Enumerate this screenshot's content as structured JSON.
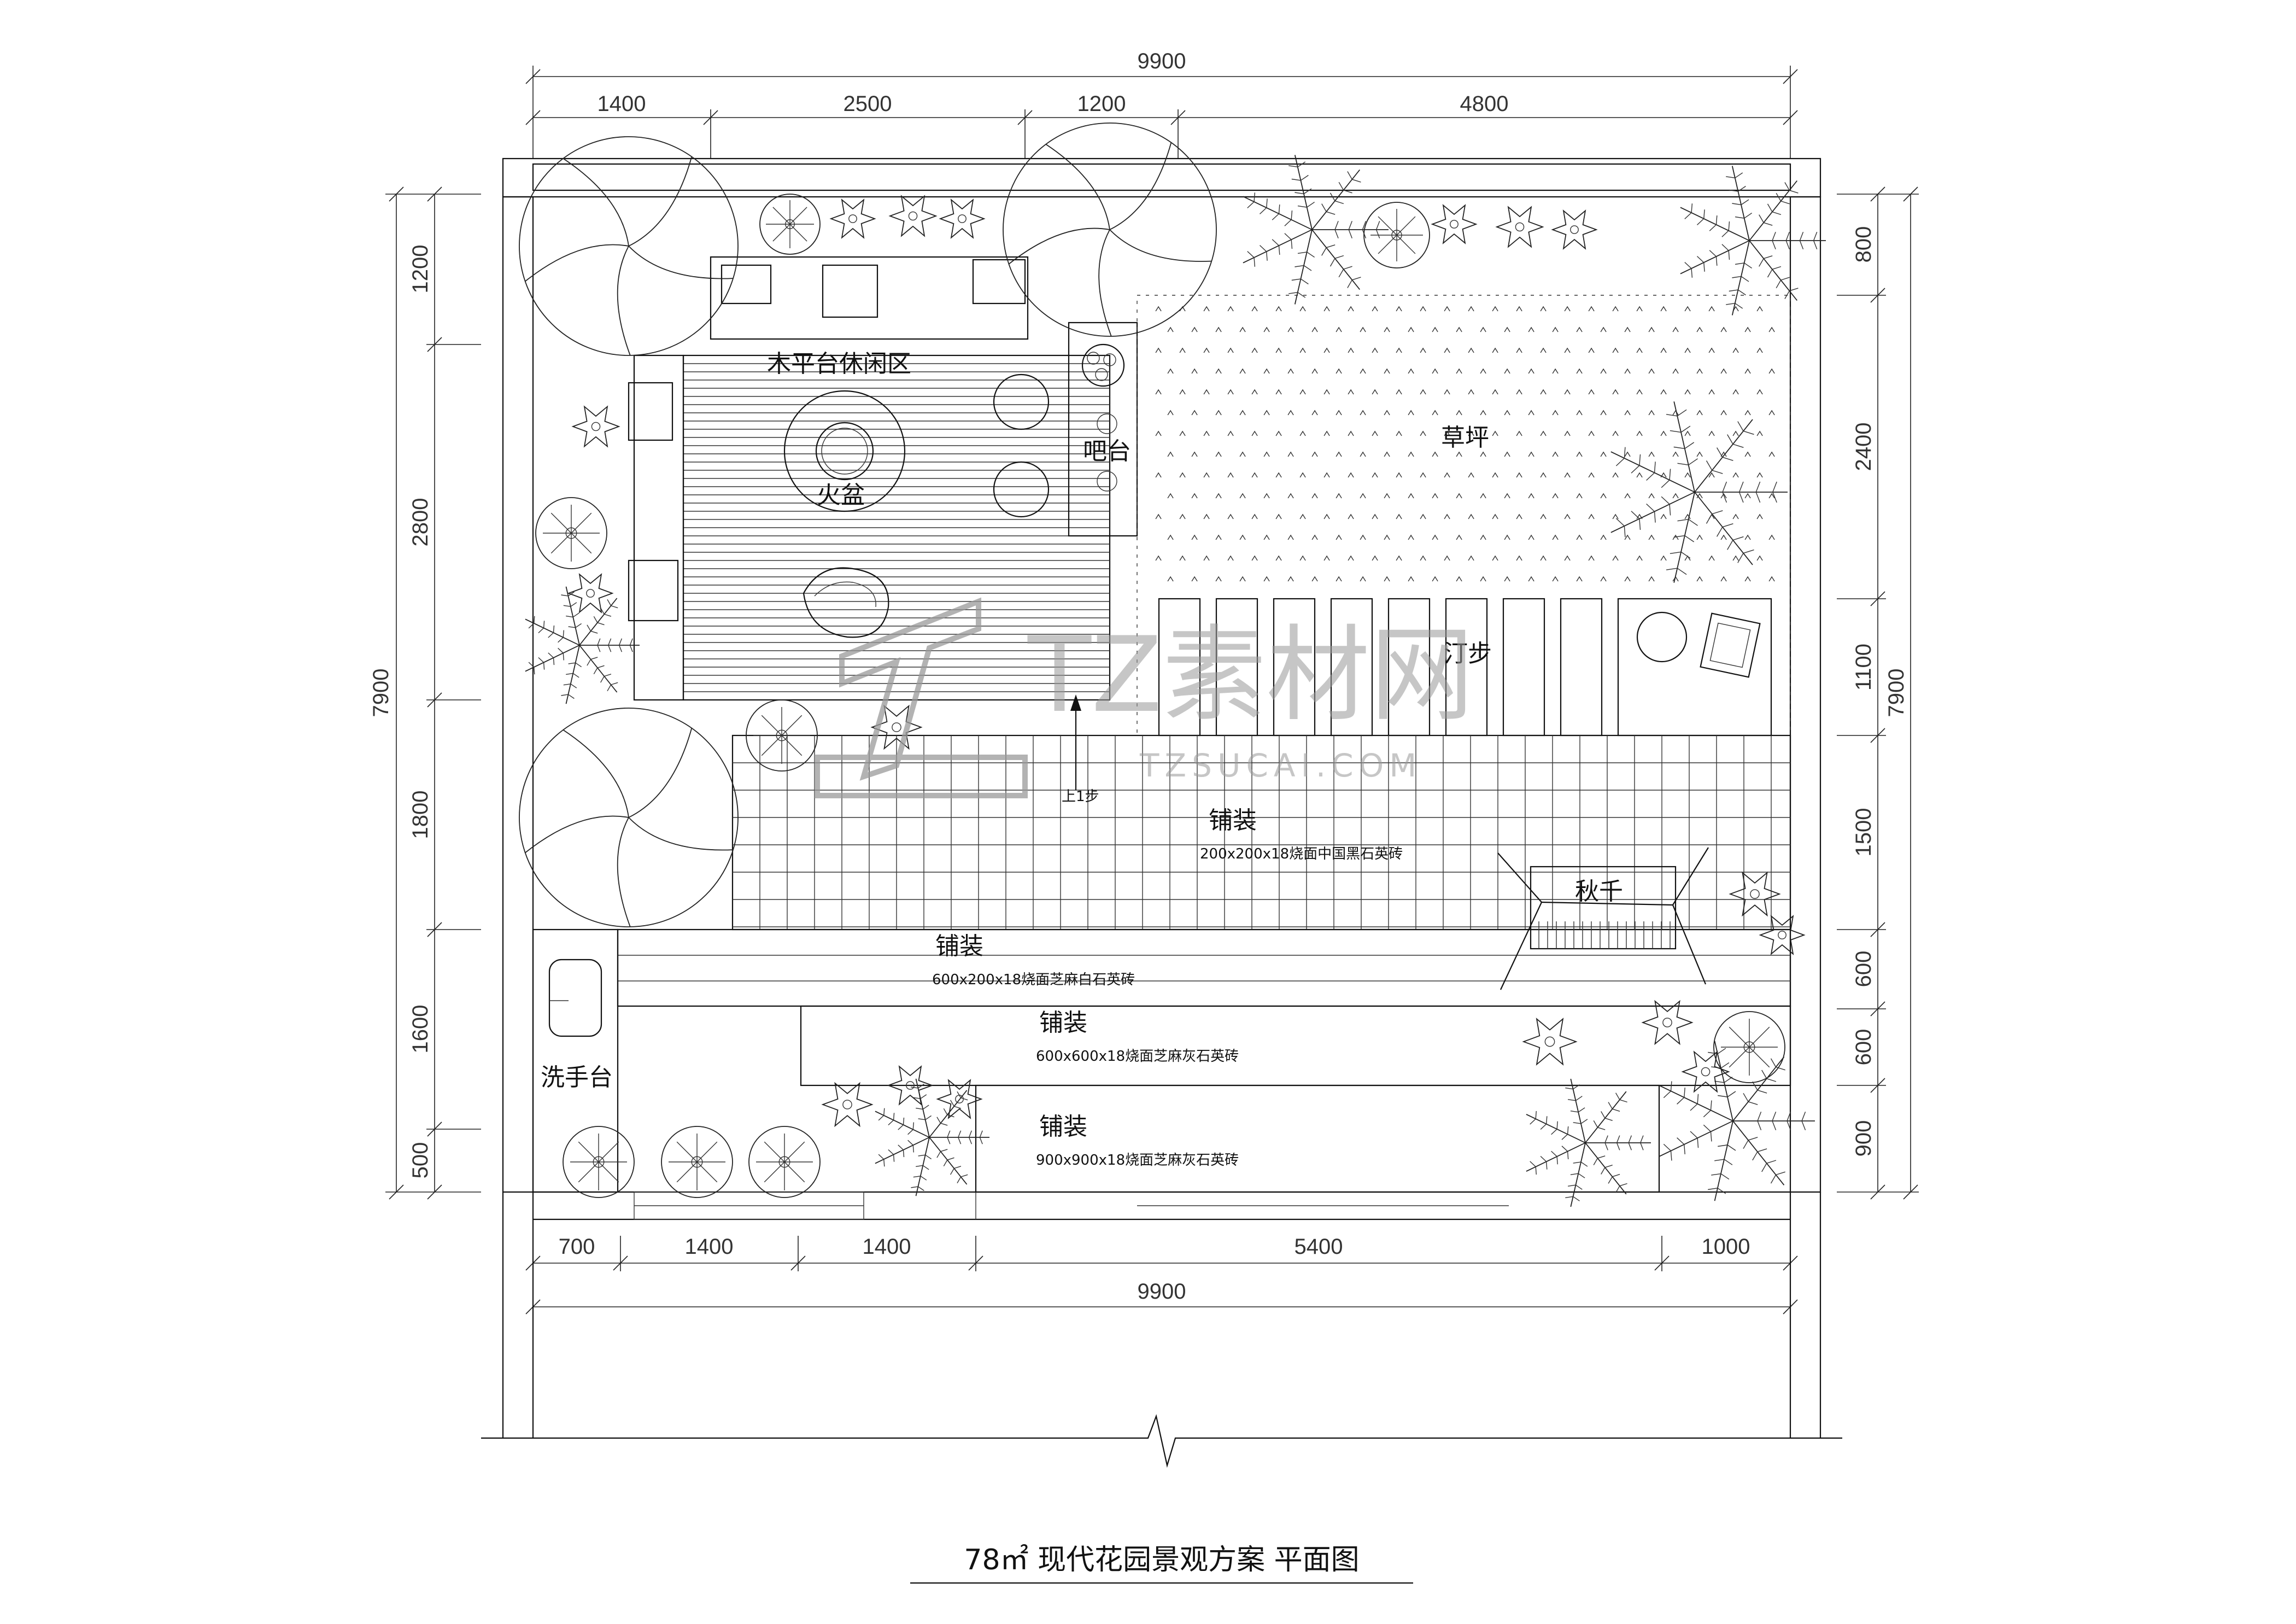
{
  "dimensions": {
    "top_total": "9900",
    "top_segments": [
      "1400",
      "2500",
      "1200",
      "4800"
    ],
    "bottom_segments": [
      "700",
      "1400",
      "1400",
      "5400",
      "1000"
    ],
    "bottom_total": "9900",
    "left_total": "7900",
    "left_segments": [
      "1200",
      "2800",
      "1800",
      "1600",
      "500"
    ],
    "right_total": "7900",
    "right_segments": [
      "800",
      "2400",
      "1100",
      "1500",
      "600",
      "600",
      "900"
    ]
  },
  "zones": {
    "deck": "木平台休闲区",
    "fire_pit": "火盆",
    "bar": "吧台",
    "lawn": "草坪",
    "stepping_stones": "汀步",
    "swing": "秋千",
    "sink": "洗手台",
    "step_note": "上1步"
  },
  "paving": [
    {
      "label": "铺装",
      "spec": "200x200x18烧面中国黑石英砖"
    },
    {
      "label": "铺装",
      "spec": "600x200x18烧面芝麻白石英砖"
    },
    {
      "label": "铺装",
      "spec": "600x600x18烧面芝麻灰石英砖"
    },
    {
      "label": "铺装",
      "spec": "900x900x18烧面芝麻灰石英砖"
    }
  ],
  "title": "78㎡ 现代花园景观方案  平面图",
  "watermark": {
    "brand": "TZ素材网",
    "url": "TZSUCAI.COM"
  },
  "colors": {
    "line": "#111111",
    "watermark": "#9a9a9a"
  }
}
